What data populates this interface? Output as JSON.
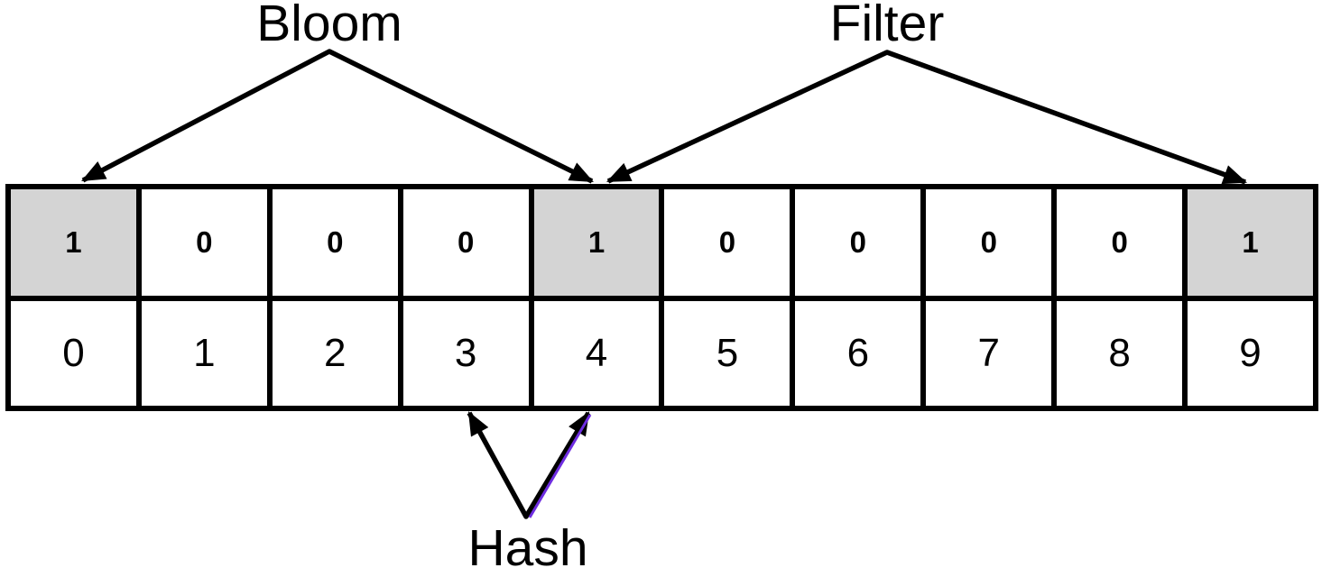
{
  "labels": {
    "bloom": "Bloom",
    "filter": "Filter",
    "hash": "Hash"
  },
  "table": {
    "bits": [
      "1",
      "0",
      "0",
      "0",
      "1",
      "0",
      "0",
      "0",
      "0",
      "1"
    ],
    "indices": [
      "0",
      "1",
      "2",
      "3",
      "4",
      "5",
      "6",
      "7",
      "8",
      "9"
    ],
    "highlighted_indices": [
      0,
      4,
      9
    ]
  },
  "colors": {
    "line": "#000000",
    "highlight_fill": "#d4d4d4",
    "cell_fill": "#ffffff",
    "hash_accent": "#6e2de0"
  }
}
